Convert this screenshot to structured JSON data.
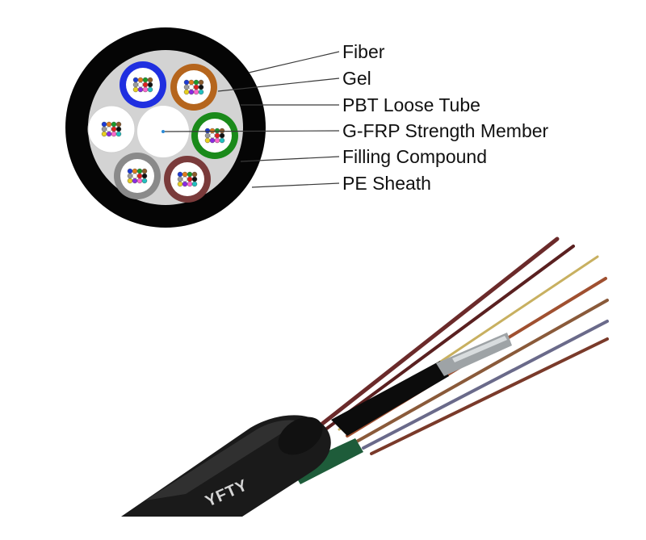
{
  "cross_section": {
    "labels": [
      {
        "id": "fiber",
        "text": "Fiber"
      },
      {
        "id": "gel",
        "text": "Gel"
      },
      {
        "id": "pbt",
        "text": "PBT Loose Tube"
      },
      {
        "id": "gfrp",
        "text": "G-FRP Strength Member"
      },
      {
        "id": "filling",
        "text": "Filling Compound"
      },
      {
        "id": "sheath",
        "text": "PE Sheath"
      }
    ],
    "tube_colors": [
      "#1f2fe0",
      "#b5651d",
      "#ffffff",
      "#1a8a1a",
      "#8a8a8a",
      "#7a3b3b"
    ],
    "fiber_colors": [
      "#1d3bd6",
      "#e07b1a",
      "#1a9a2a",
      "#8b5a2b",
      "#9a9a9a",
      "#ffffff",
      "#e02020",
      "#111111",
      "#e8d020",
      "#8a2be2",
      "#ff66cc",
      "#22c0c0"
    ],
    "sheath_color": "#050505",
    "filling_color": "#d3d3d3"
  },
  "cable_photo": {
    "jacket_print": "YFTY",
    "jacket_color": "#1a1a1a",
    "fiber_strand_colors": [
      "#6b2a2a",
      "#5a2020",
      "#c8b060",
      "#a05030",
      "#8a5a3a",
      "#6a6a8a",
      "#7a3a2a"
    ]
  }
}
